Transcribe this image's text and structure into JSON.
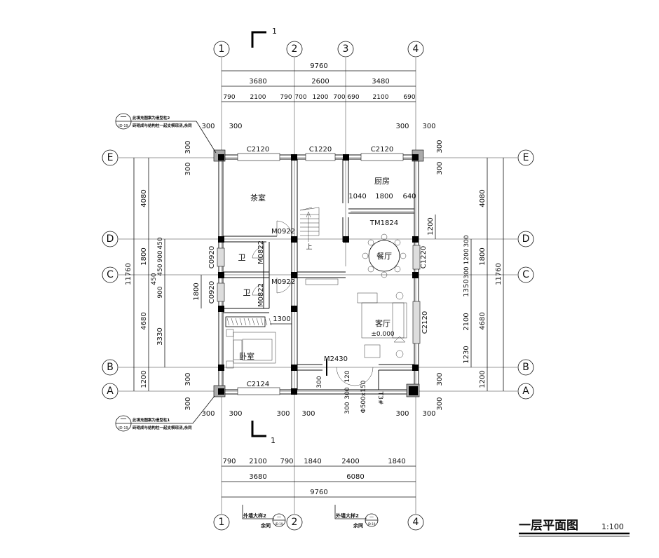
{
  "title": {
    "main": "一层平面图",
    "scale": "1:100"
  },
  "axes": {
    "cols": [
      "1",
      "2",
      "3",
      "4"
    ],
    "rows": [
      "E",
      "D",
      "C",
      "B",
      "A"
    ]
  },
  "section_mark": "1",
  "dims_top": {
    "total": "9760",
    "bays": [
      "3680",
      "2600",
      "3480"
    ],
    "detail": [
      "790",
      "2100",
      "790",
      "700",
      "1200",
      "700",
      "690",
      "2100",
      "690"
    ],
    "offsets": [
      "300",
      "300",
      "300",
      "300"
    ]
  },
  "dims_bottom": {
    "total": "9760",
    "bays": [
      "3680",
      "6080"
    ],
    "detail": [
      "790",
      "2100",
      "790",
      "1840",
      "2400",
      "1840"
    ],
    "offsets": [
      "300",
      "300",
      "300",
      "300",
      "300",
      "300"
    ],
    "entry": [
      "300",
      "300",
      "300",
      "120",
      "Φ500x150",
      "T3#"
    ]
  },
  "dims_left": {
    "total": "11760",
    "bays": [
      "4080",
      "1800",
      "4680",
      "1200"
    ],
    "detail": [
      "450",
      "900",
      "450",
      "450",
      "900",
      "3330"
    ],
    "window": "1800",
    "offsets": [
      "300",
      "300",
      "300",
      "300"
    ]
  },
  "dims_right": {
    "total": "11760",
    "bays": [
      "4080",
      "1800",
      "4680",
      "1200"
    ],
    "detail": [
      "300",
      "1200",
      "300",
      "1350",
      "2100",
      "1230"
    ],
    "kitchen": "1200",
    "offsets": [
      "300",
      "300",
      "300",
      "300"
    ]
  },
  "rooms": {
    "tea": "茶室",
    "kitchen": "厨房",
    "dining": "餐厅",
    "bath1": "卫",
    "bath2": "卫",
    "living": "客厅",
    "level": "±0.000",
    "bedroom": "卧室",
    "stair_up": "上"
  },
  "openings": {
    "c2120_a": "C2120",
    "c1220_top": "C1220",
    "c2120_b": "C2120",
    "k1040": "1040",
    "k1800": "1800",
    "k640": "640",
    "tm1824": "TM1824",
    "m0922_a": "M0922",
    "m0822_a": "M0822",
    "c0920_a": "C0920",
    "c0920_b": "C0920",
    "m0922_b": "M0922",
    "m0822_b": "M0822",
    "d1300": "1300",
    "c1220_right": "C1220",
    "c2120_right": "C2120",
    "m2430": "M2430",
    "c2124": "C2124"
  },
  "notes": {
    "top": {
      "num": "一",
      "sheet": "JD-19",
      "line1": "此填充图案为造型柱2",
      "line2": "砖砌成与结构柱一起支模现浇,余同"
    },
    "bottom": {
      "num": "一",
      "sheet": "JD-19",
      "line1": "此填充图案为造型柱1",
      "line2": "砖砌成与结构柱一起支模现浇,余同"
    }
  },
  "details": [
    {
      "label": "外墙大样2",
      "sub": "余同",
      "num": "一",
      "sheet": "JD-19"
    },
    {
      "label": "外墙大样2",
      "sub": "余同",
      "num": "一",
      "sheet": "JD-19"
    }
  ]
}
